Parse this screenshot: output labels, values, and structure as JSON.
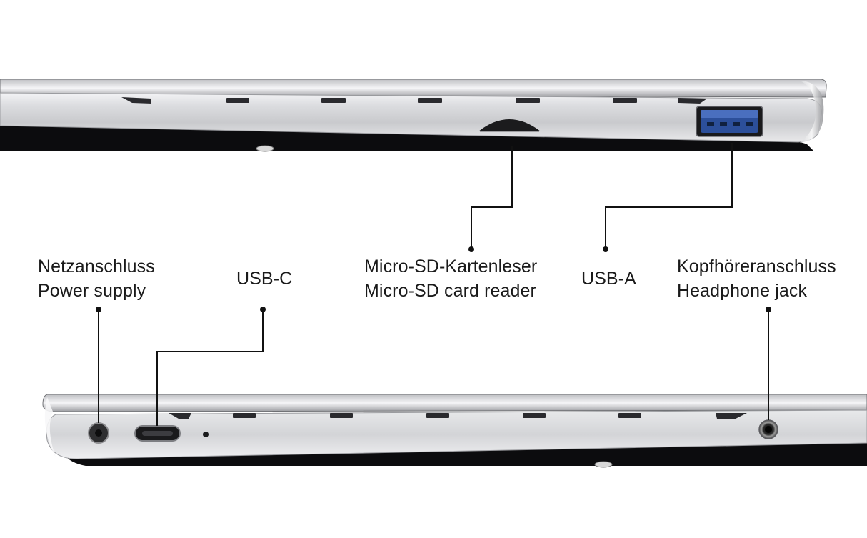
{
  "colors": {
    "background": "#ffffff",
    "chassis_light": "#e2e3e6",
    "chassis_dark": "#0c0c0e",
    "usb_a_blue": "#2c4f9a",
    "callout_line": "#111111"
  },
  "top_side": {
    "ports": [
      {
        "icon": "micro-sd-slot-icon"
      },
      {
        "icon": "usb-a-port-icon"
      }
    ]
  },
  "bottom_side": {
    "ports": [
      {
        "icon": "power-port-icon"
      },
      {
        "icon": "usb-c-port-icon"
      },
      {
        "icon": "status-led-icon"
      },
      {
        "icon": "headphone-jack-icon"
      }
    ]
  },
  "callouts": {
    "power": {
      "line1": "Netzanschluss",
      "line2": "Power supply"
    },
    "usb_c": {
      "line1": "USB-C"
    },
    "micro_sd": {
      "line1": "Micro-SD-Kartenleser",
      "line2": "Micro-SD card reader"
    },
    "usb_a": {
      "line1": "USB-A"
    },
    "headphone": {
      "line1": "Kopfhöreranschluss",
      "line2": "Headphone jack"
    }
  }
}
